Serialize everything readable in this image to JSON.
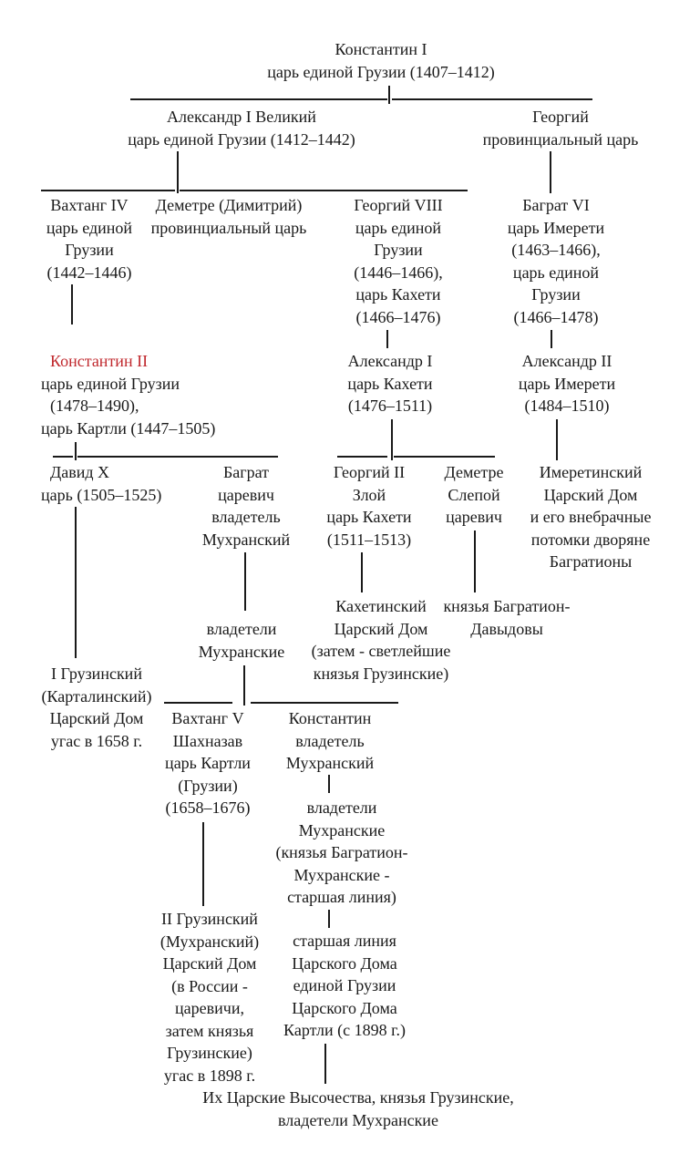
{
  "title": "Генеалогия Багратионов: от Константина I",
  "highlight_color": "#c0282d",
  "nodes": {
    "konstantin1": [
      "Константин I",
      "царь единой Грузии (1407–1412)"
    ],
    "aleksandr1": [
      "Александр I Великий",
      "царь единой Грузии (1412–1442)"
    ],
    "georgiy": [
      "Георгий",
      "провинциальный царь"
    ],
    "vakhtang4": [
      "Вахтанг IV",
      "царь единой",
      "Грузии",
      "(1442–1446)"
    ],
    "demetre": [
      "Деметре (Димитрий)",
      "провинциальный царь"
    ],
    "georgiy8": [
      "Георгий VIII",
      "царь единой",
      "Грузии",
      "(1446–1466),",
      "царь Кахети",
      "(1466–1476)"
    ],
    "bagrat6": [
      "Баграт VI",
      "царь Имерети",
      "(1463–1466),",
      "царь единой",
      "Грузии",
      "(1466–1478)"
    ],
    "konstantin2": [
      "Константин II",
      "царь единой Грузии",
      "(1478–1490),",
      "царь Картли (1447–1505)"
    ],
    "aleksandr1_kakheti": [
      "Александр I",
      "царь Кахети",
      "(1476–1511)"
    ],
    "aleksandr2": [
      "Александр II",
      "царь Имерети",
      "(1484–1510)"
    ],
    "david10": [
      "Давид X",
      "царь (1505–1525)"
    ],
    "bagrat_tsarevich": [
      "Баграт",
      "царевич",
      "владетель",
      "Мухранский"
    ],
    "georgiy2": [
      "Георгий II",
      "Злой",
      "царь Кахети",
      "(1511–1513)"
    ],
    "demetre_blind": [
      "Деметре",
      "Слепой",
      "царевич"
    ],
    "imereti_house": [
      "Имеретинский",
      "Царский Дом",
      "и его внебрачные",
      "потомки дворяне",
      "Багратионы"
    ],
    "mukhrani_lords": [
      "владетели",
      "Мухранские"
    ],
    "kakheti_house": [
      "Кахетинский",
      "Царский Дом",
      "(затем - светлейшие",
      "князья Грузинские)"
    ],
    "bagration_davydov": [
      "князья Багратион-",
      "Давыдовы"
    ],
    "georgian_house_1": [
      "I Грузинский",
      "(Карталинский)",
      "Царский Дом",
      "угас в 1658 г."
    ],
    "vakhtang5": [
      "Вахтанг V",
      "Шахназав",
      "царь Картли",
      "(Грузии)",
      "(1658–1676)"
    ],
    "konstantin_mukhrani": [
      "Константин",
      "владетель",
      "Мухранский"
    ],
    "mukhrani_lords_2": [
      "владетели",
      "Мухранские",
      "(князья Багратион-",
      "Мухранские -",
      "старшая линия)"
    ],
    "georgian_house_2": [
      "II Грузинский",
      "(Мухранский)",
      "Царский Дом",
      "(в России -",
      "царевичи,",
      "затем князья",
      "Грузинские)",
      "угас в 1898 г."
    ],
    "senior_line": [
      "старшая линия",
      "Царского Дома",
      "единой Грузии",
      "Царского Дома",
      "Картли (с 1898 г.)"
    ],
    "final": [
      "Их Царские Высочества, князья Грузинские,",
      "владетели Мухранские"
    ]
  }
}
